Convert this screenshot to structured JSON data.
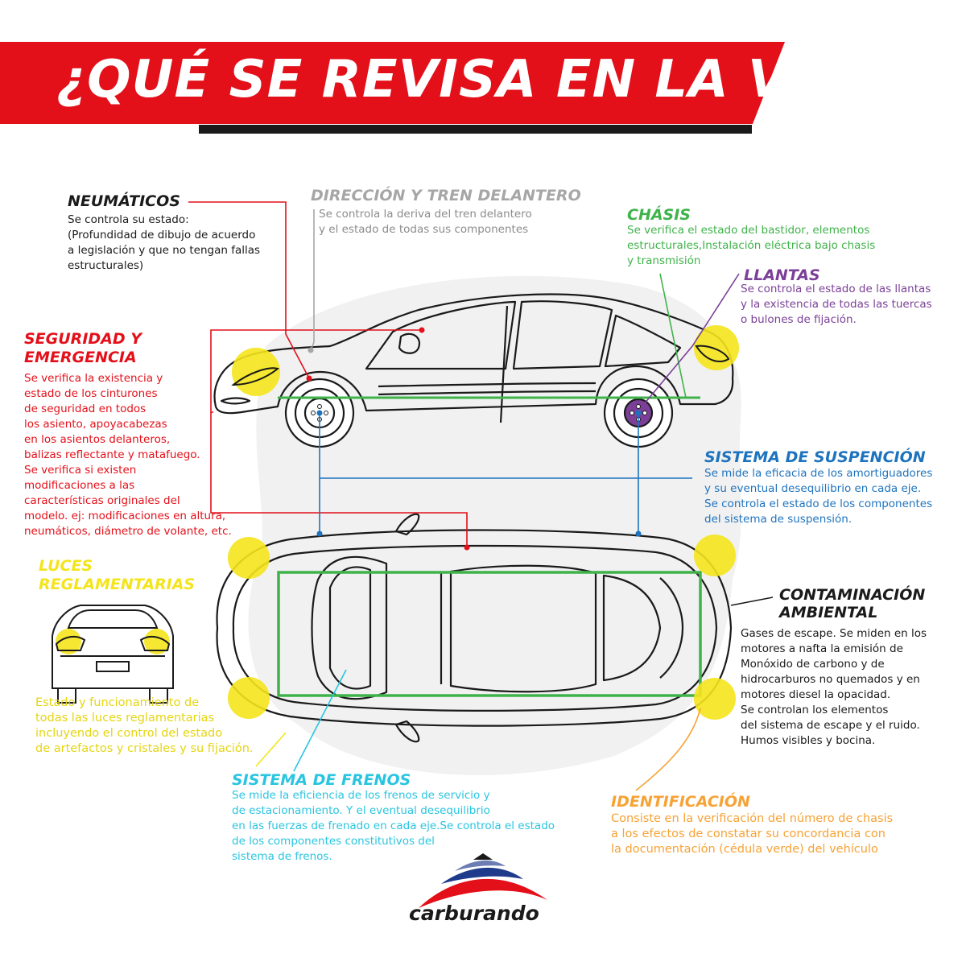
{
  "title": "¿QUÉ SE REVISA EN LA VTV?",
  "colors": {
    "brand_red": "#e3101a",
    "neumaticos": "#e3101a",
    "direccion": "#a6a6a6",
    "chasis": "#3fb34a",
    "llantas": "#7b3f98",
    "suspension": "#1e73be",
    "luces": "#f4e41c",
    "frenos": "#29c5e0",
    "identificacion": "#f7a234",
    "contaminacion": "#1a1a1a"
  },
  "sections": {
    "neumaticos": {
      "title": "NEUMÁTICOS",
      "body": "Se controla su estado:\n(Profundidad de dibujo de acuerdo\na legislación y que no tengan fallas\nestructurales)"
    },
    "direccion": {
      "title": "DIRECCIÓN Y TREN DELANTERO",
      "body": "Se controla la deriva del tren delantero\ny el estado de todas sus componentes"
    },
    "chasis": {
      "title": "CHÁSIS",
      "body": "Se verifica el estado del bastidor, elementos\nestructurales,Instalación eléctrica bajo chasis\ny transmisión"
    },
    "llantas": {
      "title": "LLANTAS",
      "body": "Se controla el estado de las llantas\ny la existencia de todas las tuercas\no bulones de fijación."
    },
    "seguridad": {
      "title_line1": "SEGURIDAD Y",
      "title_line2": "EMERGENCIA",
      "body": "Se verifica la existencia y\nestado de los cinturones\nde seguridad en todos\nlos asiento, apoyacabezas\nen los asientos delanteros,\nbalizas reflectante y matafuego.\nSe verifica si existen\nmodificaciones a las\ncaracterísticas originales del\nmodelo. ej: modificaciones en altura,\nneumáticos, diámetro de volante, etc."
    },
    "suspension": {
      "title": "SISTEMA DE SUSPENCIÓN",
      "body": "Se mide la eficacia de los amortiguadores\ny su eventual desequilibrio en cada eje.\nSe controla el estado de los componentes\ndel sistema de suspensión."
    },
    "luces": {
      "title_line1": "LUCES",
      "title_line2": "REGLAMENTARIAS",
      "body": "Estado y funcionamiento de\ntodas las luces reglamentarias\nincluyendo el control del estado\nde artefactos y cristales y su fijación."
    },
    "contaminacion": {
      "title_line1": "CONTAMINACIÓN",
      "title_line2": "AMBIENTAL",
      "body": "Gases de escape. Se miden en los\nmotores a nafta la emisión de\nMonóxido de carbono y de\nhidrocarburos no quemados y en\nmotores diesel la opacidad.\nSe controlan los elementos\ndel sistema de escape y el ruido.\nHumos visibles y bocina."
    },
    "frenos": {
      "title": "SISTEMA DE FRENOS",
      "body": "Se mide la eficiencia de los frenos de servicio y\nde estacionamiento. Y el eventual desequilibrio\nen las fuerzas de frenado en cada eje.Se controla el estado\nde los componentes constitutivos del\nsistema de frenos."
    },
    "identificacion": {
      "title": "IDENTIFICACIÓN",
      "body": "Consiste en la verificación del número de chasis\na los efectos de constatar su concordancia con\nla documentación (cédula verde) del vehículo"
    }
  },
  "logo": {
    "name": "carburando"
  }
}
